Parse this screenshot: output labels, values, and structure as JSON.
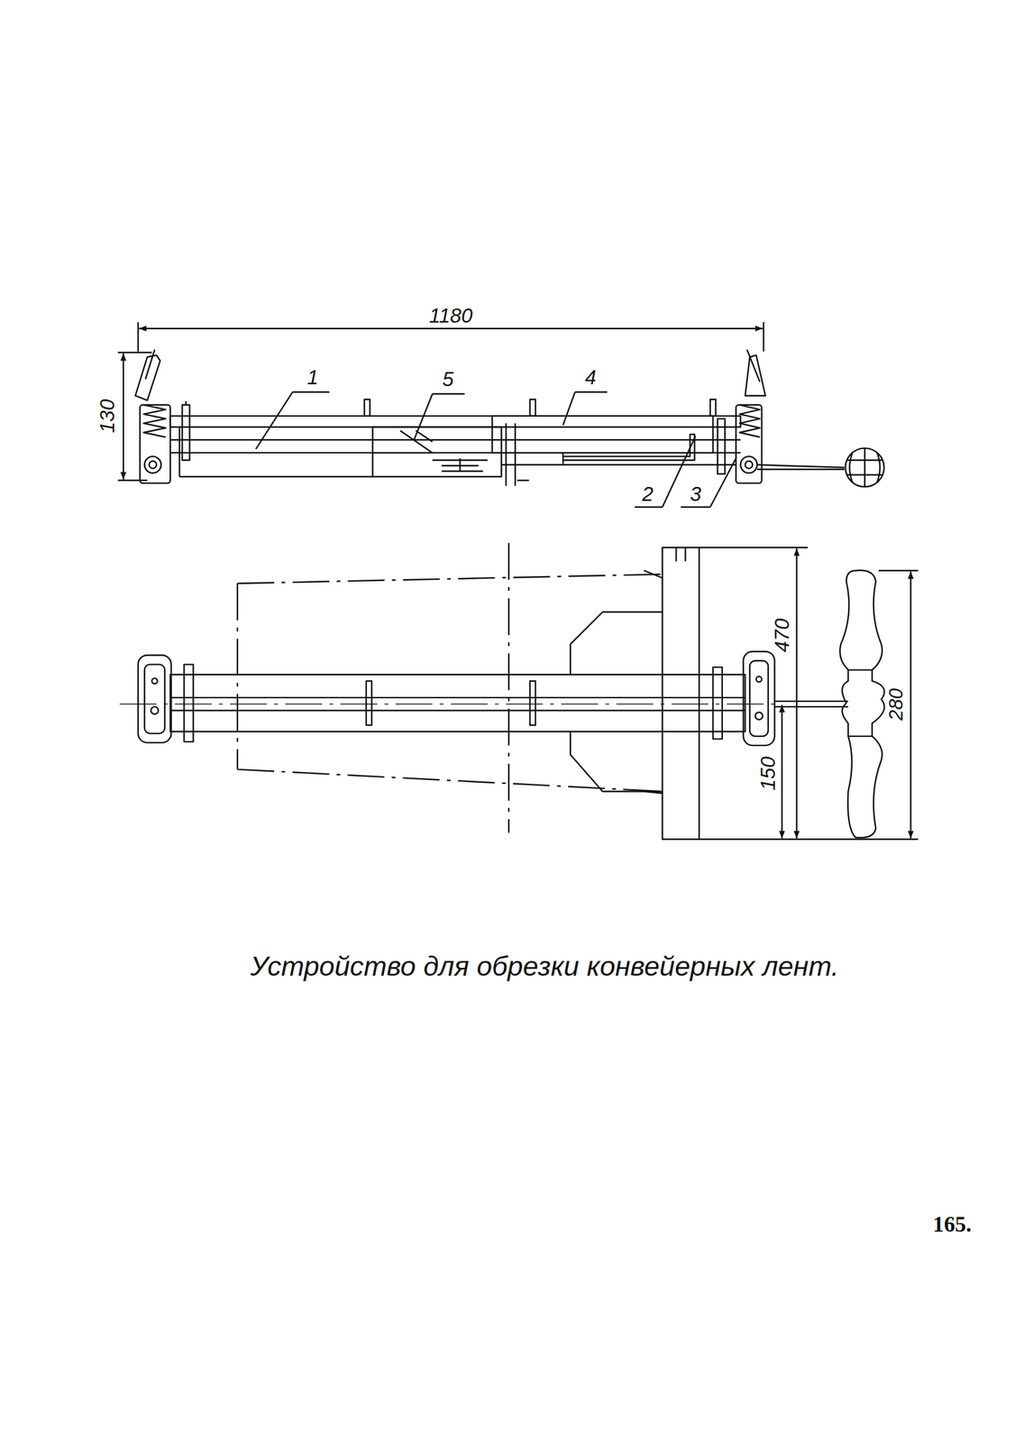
{
  "diagram": {
    "caption": "Устройство для обрезки конвейерных лент.",
    "labels": [
      "1180",
      "130",
      "1",
      "5",
      "4",
      "2",
      "3",
      "470",
      "280",
      "150",
      "165."
    ]
  }
}
